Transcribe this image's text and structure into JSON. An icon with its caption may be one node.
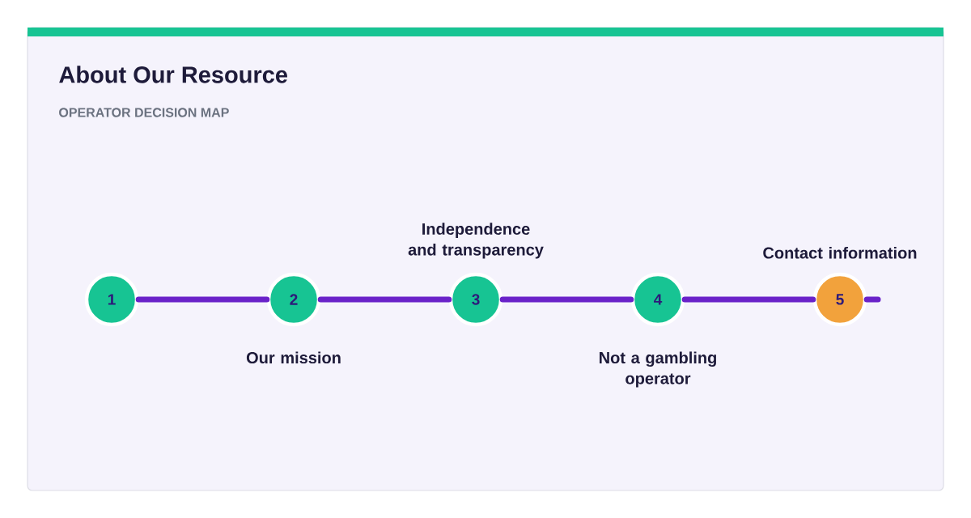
{
  "diagram": {
    "title": "About Our Resource",
    "nodes": [
      {
        "text": [
          "1"
        ]
      },
      {
        "text": [
          "2"
        ],
        "beside": [
          "Our mission"
        ]
      },
      {
        "text": [
          "3"
        ],
        "beside": [
          "Independence and transparency"
        ]
      },
      {
        "text": [
          "4"
        ],
        "beside": [
          "Not a gambling operator"
        ]
      },
      {
        "text": [
          "5"
        ],
        "beside": [
          "Contact information"
        ]
      }
    ],
    "edges": [
      {
        "from": 0,
        "to": 1,
        "arrow": "none"
      },
      {
        "from": 1,
        "to": 2,
        "arrow": "none"
      },
      {
        "from": 2,
        "to": 3,
        "arrow": "none"
      },
      {
        "from": 3,
        "to": 4,
        "arrow": "none"
      },
      {
        "from": 4,
        "to": null,
        "arrow": "none"
      }
    ],
    "labels": [
      "OPERATOR DECISION MAP"
    ]
  }
}
